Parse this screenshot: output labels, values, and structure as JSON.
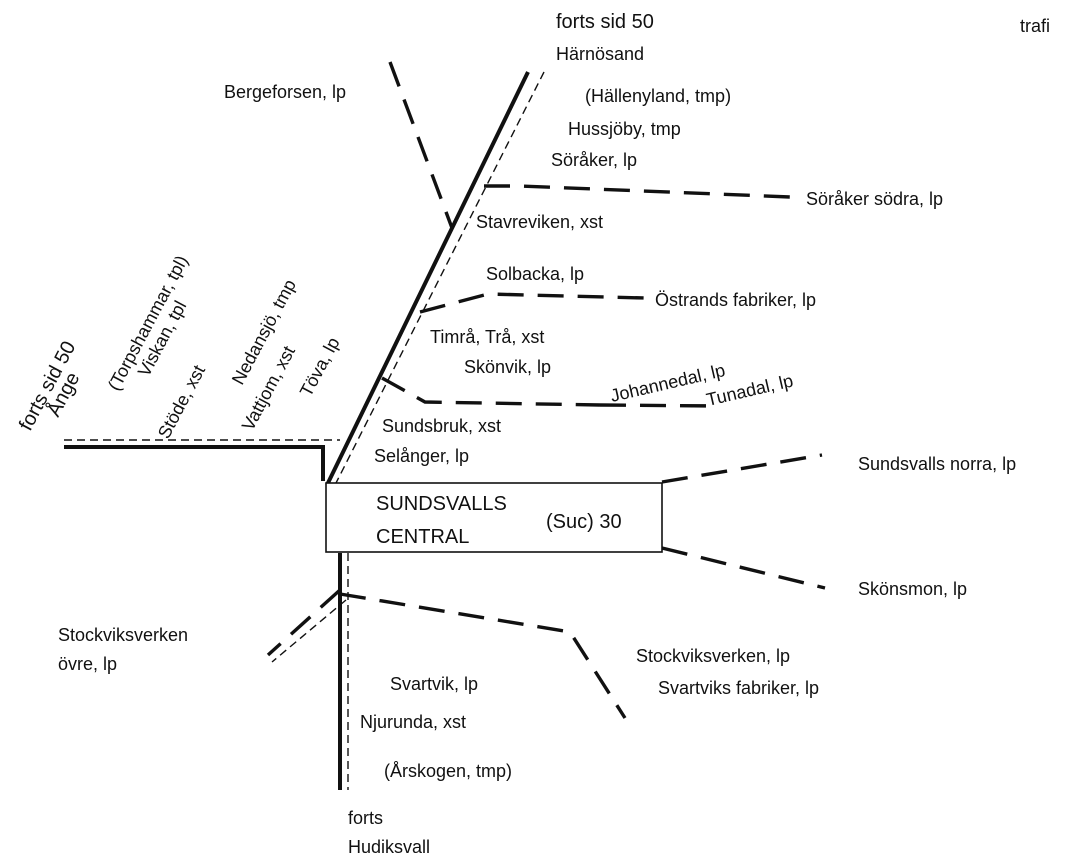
{
  "corner_text": "trafi",
  "north": {
    "cont_line1": "forts sid 50",
    "cont_line2": "Härnösand",
    "stations": [
      "(Hällenyland, tmp)",
      "Hussjöby, tmp",
      "Söråker, lp",
      "Stavreviken, xst",
      "Solbacka, lp",
      "Timrå, Trå, xst",
      "Skönvik, lp",
      "Sundsbruk, xst",
      "Selånger, lp"
    ]
  },
  "west": {
    "cont_line1": "forts sid 50",
    "cont_line2": "Ånge",
    "stations": [
      "(Torpshammar, tpl)",
      "Viskan, tpl",
      "Stöde, xst",
      "Nedansjö, tmp",
      "Vattjom, xst",
      "Töva, lp"
    ]
  },
  "branches": {
    "bergeforsen": "Bergeforsen, lp",
    "soraker_sodra": "Söråker södra, lp",
    "ostrand": "Östrands fabriker, lp",
    "johannedal": "Johannedal, lp",
    "tunadal": "Tunadal, lp",
    "sundsvalls_norra": "Sundsvalls norra, lp",
    "skonsmon": "Skönsmon, lp",
    "stockviksverken_ovre_1": "Stockviksverken",
    "stockviksverken_ovre_2": "övre, lp",
    "stockviksverken": "Stockviksverken, lp",
    "svartviks_fabriker": "Svartviks fabriker, lp"
  },
  "central": {
    "line1": "SUNDSVALLS",
    "line2": "CENTRAL",
    "code": "(Suc) 30"
  },
  "south": {
    "stations": [
      "Svartvik, lp",
      "Njurunda, xst",
      "(Årskogen, tmp)"
    ],
    "cont_line1": "forts",
    "cont_line2": "Hudiksvall"
  }
}
